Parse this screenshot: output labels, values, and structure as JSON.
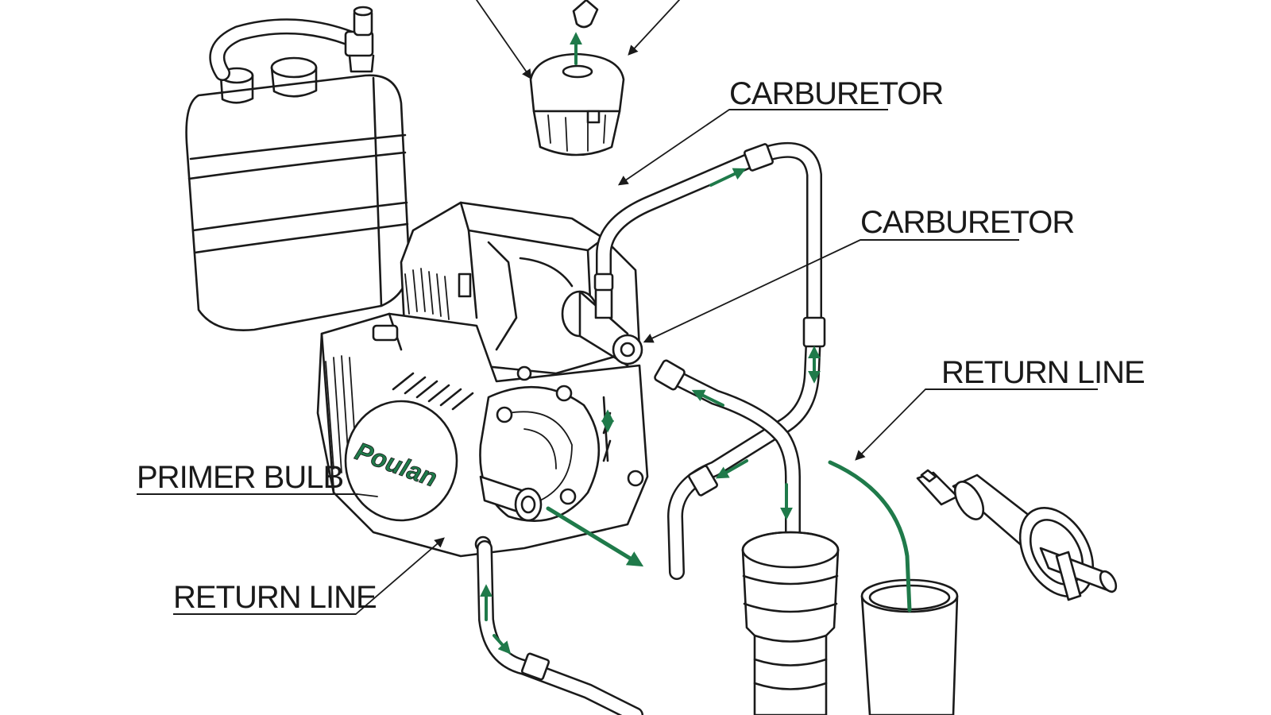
{
  "labels": {
    "carburetor_top": "CARBURETOR",
    "carburetor_mid": "CARBURETOR",
    "return_line_right": "RETURN LINE",
    "primer_bulb": "PRIMER BULB",
    "return_line_left": "RETURN LINE"
  },
  "brand_logo": "Poulan",
  "colors": {
    "line": "#1a1a1a",
    "flow_green": "#1f7a4a",
    "background": "#ffffff"
  }
}
